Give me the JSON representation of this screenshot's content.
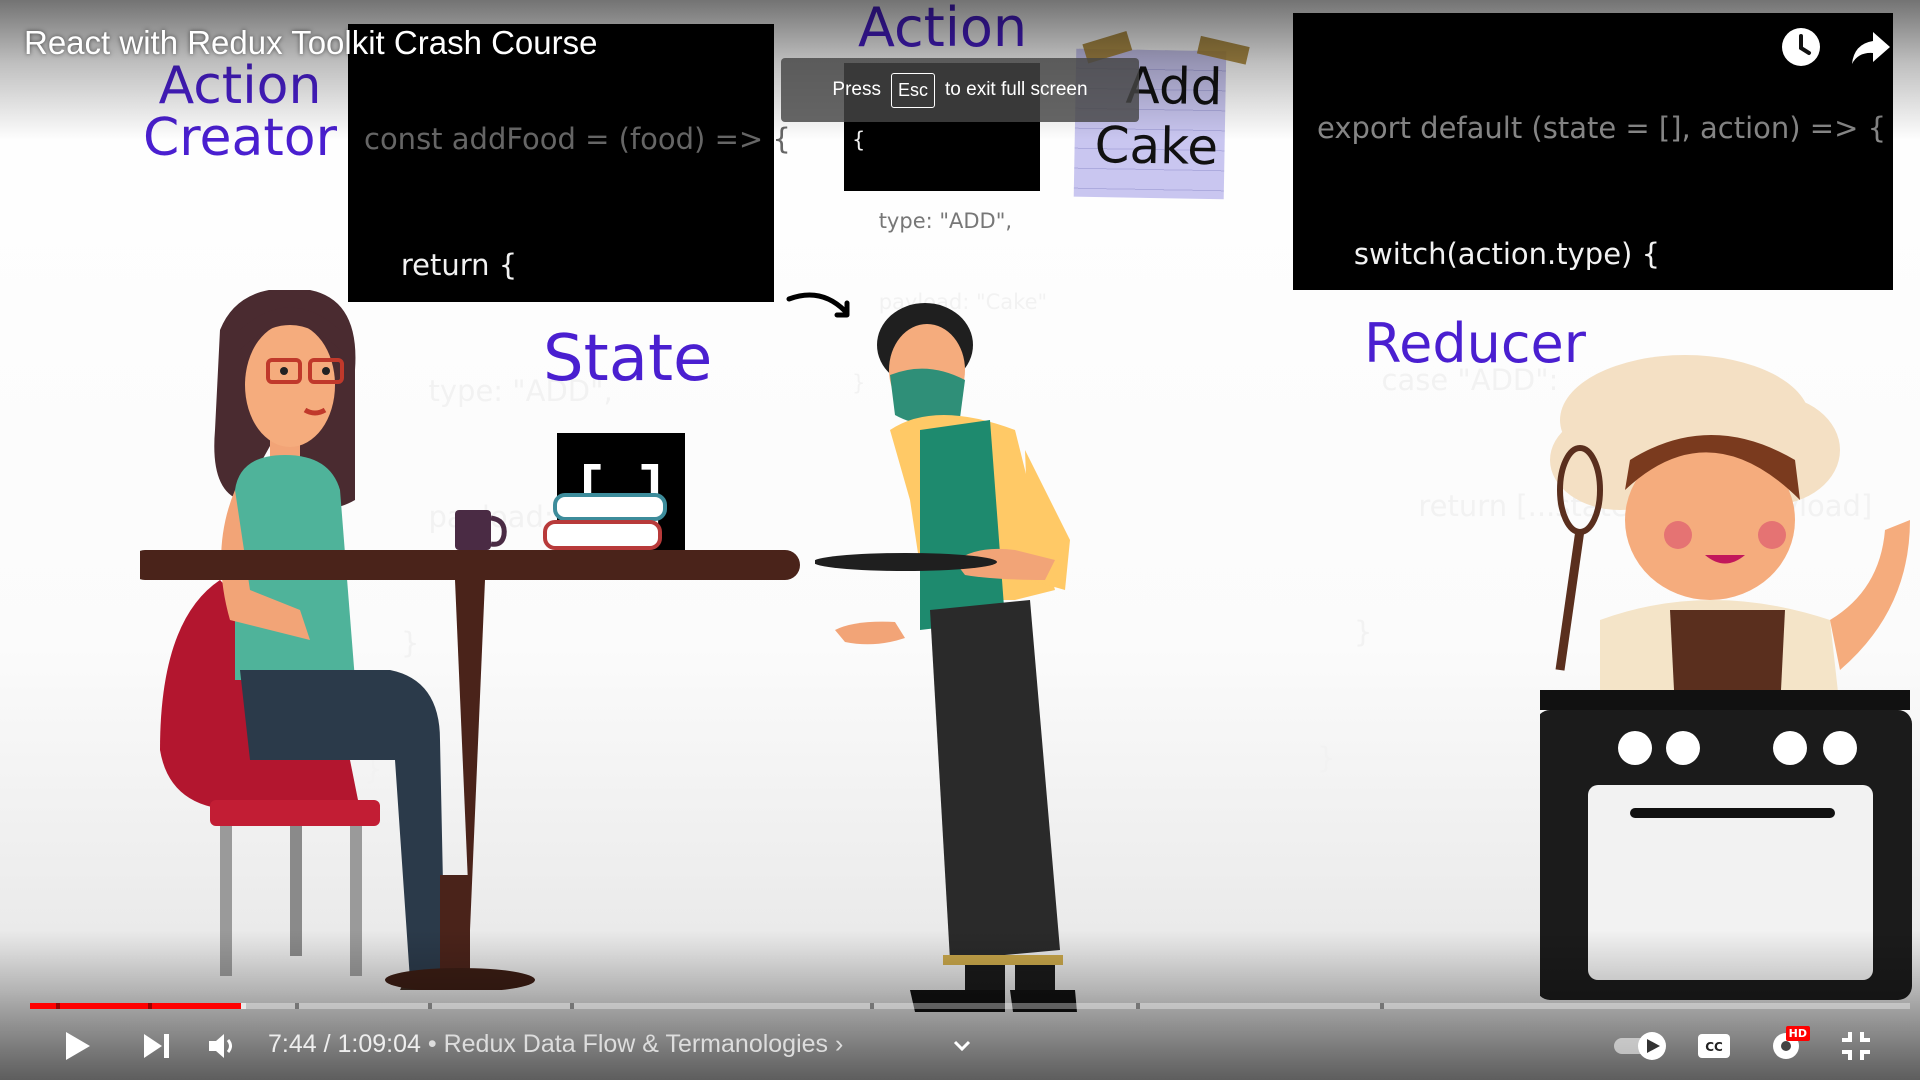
{
  "video": {
    "title": "React with Redux Toolkit Crash Course"
  },
  "slide": {
    "action_creator_label_line1": "Action",
    "action_creator_label_line2": "Creator",
    "action_label": "Action",
    "state_label": "State",
    "state_value": "[ ]",
    "reducer_label": "Reducer",
    "note_line1": "Add",
    "note_line2": "Cake",
    "action_creator_code": [
      "const addFood = (food) => {",
      "    return {",
      "       type: \"ADD\",",
      "       payload: food",
      "    }",
      "}"
    ],
    "action_code": [
      "{",
      "    type: \"ADD\",",
      "    payload: \"Cake\"",
      "}"
    ],
    "reducer_code": [
      "export default (state = [], action) => {",
      "    switch(action.type) {",
      "       case \"ADD\":",
      "           return [...state, action.payload]",
      "    }",
      "}"
    ]
  },
  "fullscreen_toast": {
    "press": "Press",
    "key": "Esc",
    "message": "to exit full screen"
  },
  "controls": {
    "current_time": "7:44",
    "separator": " / ",
    "duration": "1:09:04",
    "chapter": "Redux Data Flow & Termanologies",
    "chapter_suffix": " ›",
    "hd_badge": "HD",
    "progress_played_fraction": 0.112,
    "progress_buffered_fraction": 0.115
  },
  "colors": {
    "accent_purple": "#4a1fd0",
    "progress_red": "#ff0000"
  },
  "icons": [
    "clock-icon",
    "share-icon",
    "play-icon",
    "next-icon",
    "volume-icon",
    "chevron-down-icon",
    "autoplay-toggle-icon",
    "captions-icon",
    "settings-icon",
    "exit-fullscreen-icon"
  ]
}
